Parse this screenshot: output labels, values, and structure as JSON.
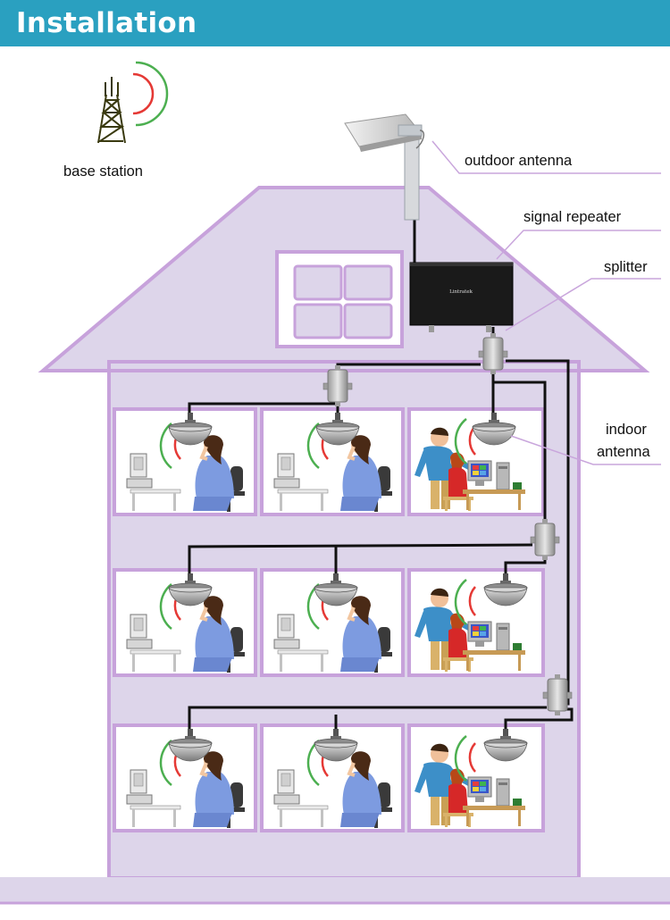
{
  "header": {
    "title": "Installation"
  },
  "labels": {
    "base_station": "base station",
    "outdoor_antenna": "outdoor antenna",
    "signal_repeater": "signal repeater",
    "splitter": "splitter",
    "indoor_antenna_line1": "indoor",
    "indoor_antenna_line2": "antenna"
  },
  "repeater": {
    "logo": "Lintratek"
  },
  "colors": {
    "header": "#2aa0c0",
    "house_fill": "#ddd5ea",
    "house_stroke": "#c7a2db",
    "signal_red": "#e53935",
    "signal_green": "#4caf50",
    "cable": "#111111"
  }
}
